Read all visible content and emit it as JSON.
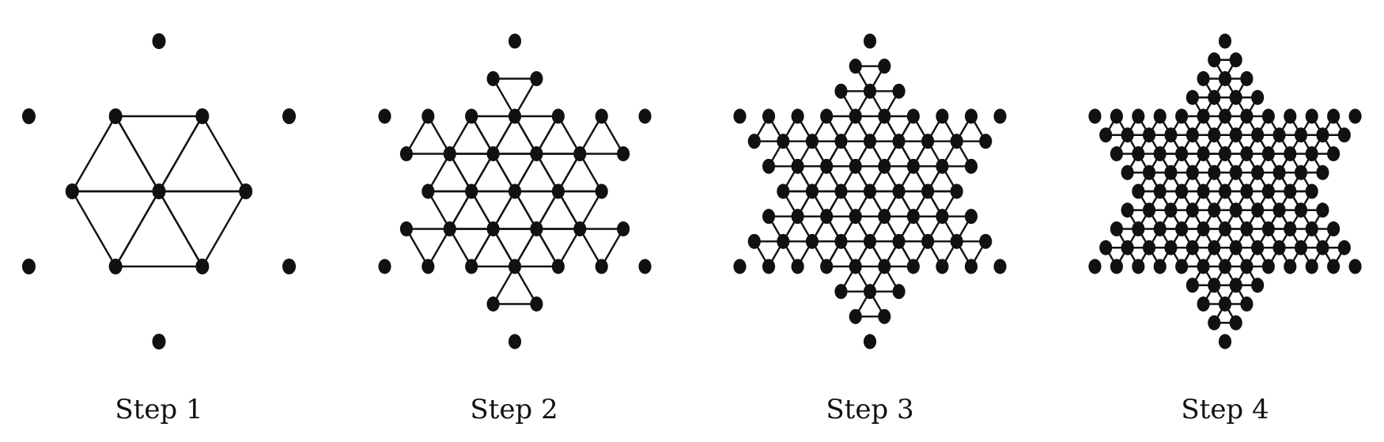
{
  "colors": {
    "stroke": "#111111",
    "node": "#111111",
    "background": "#ffffff"
  },
  "panels": [
    {
      "caption": "Step 1",
      "step": 1
    },
    {
      "caption": "Step 2",
      "step": 2
    },
    {
      "caption": "Step 3",
      "step": 3
    },
    {
      "caption": "Step 4",
      "step": 4
    }
  ]
}
